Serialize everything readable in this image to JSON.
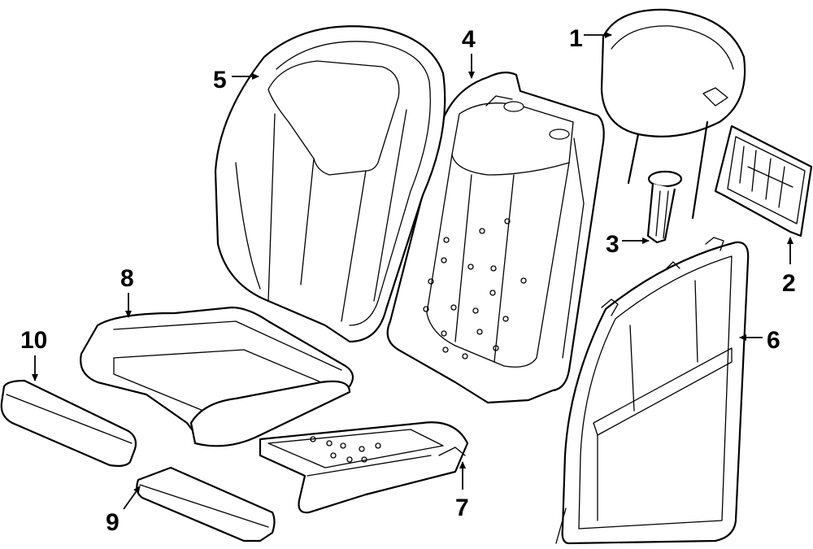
{
  "diagram": {
    "callouts": [
      {
        "id": "c1",
        "label": "1"
      },
      {
        "id": "c2",
        "label": "2"
      },
      {
        "id": "c3",
        "label": "3"
      },
      {
        "id": "c4",
        "label": "4"
      },
      {
        "id": "c5",
        "label": "5"
      },
      {
        "id": "c6",
        "label": "6"
      },
      {
        "id": "c7",
        "label": "7"
      },
      {
        "id": "c8",
        "label": "8"
      },
      {
        "id": "c9",
        "label": "9"
      },
      {
        "id": "c10",
        "label": "10"
      }
    ],
    "parts": [
      {
        "callout": "1",
        "icon": "headrest-icon"
      },
      {
        "callout": "2",
        "icon": "headrest-guide-bracket-icon"
      },
      {
        "callout": "3",
        "icon": "headrest-guide-icon"
      },
      {
        "callout": "4",
        "icon": "seat-back-pad-icon"
      },
      {
        "callout": "5",
        "icon": "seat-back-cover-icon"
      },
      {
        "callout": "6",
        "icon": "rear-back-panel-icon"
      },
      {
        "callout": "7",
        "icon": "seat-cushion-pad-icon"
      },
      {
        "callout": "8",
        "icon": "seat-cushion-cover-icon"
      },
      {
        "callout": "9",
        "icon": "thigh-extension-pad-icon"
      },
      {
        "callout": "10",
        "icon": "thigh-extension-cover-icon"
      }
    ]
  }
}
